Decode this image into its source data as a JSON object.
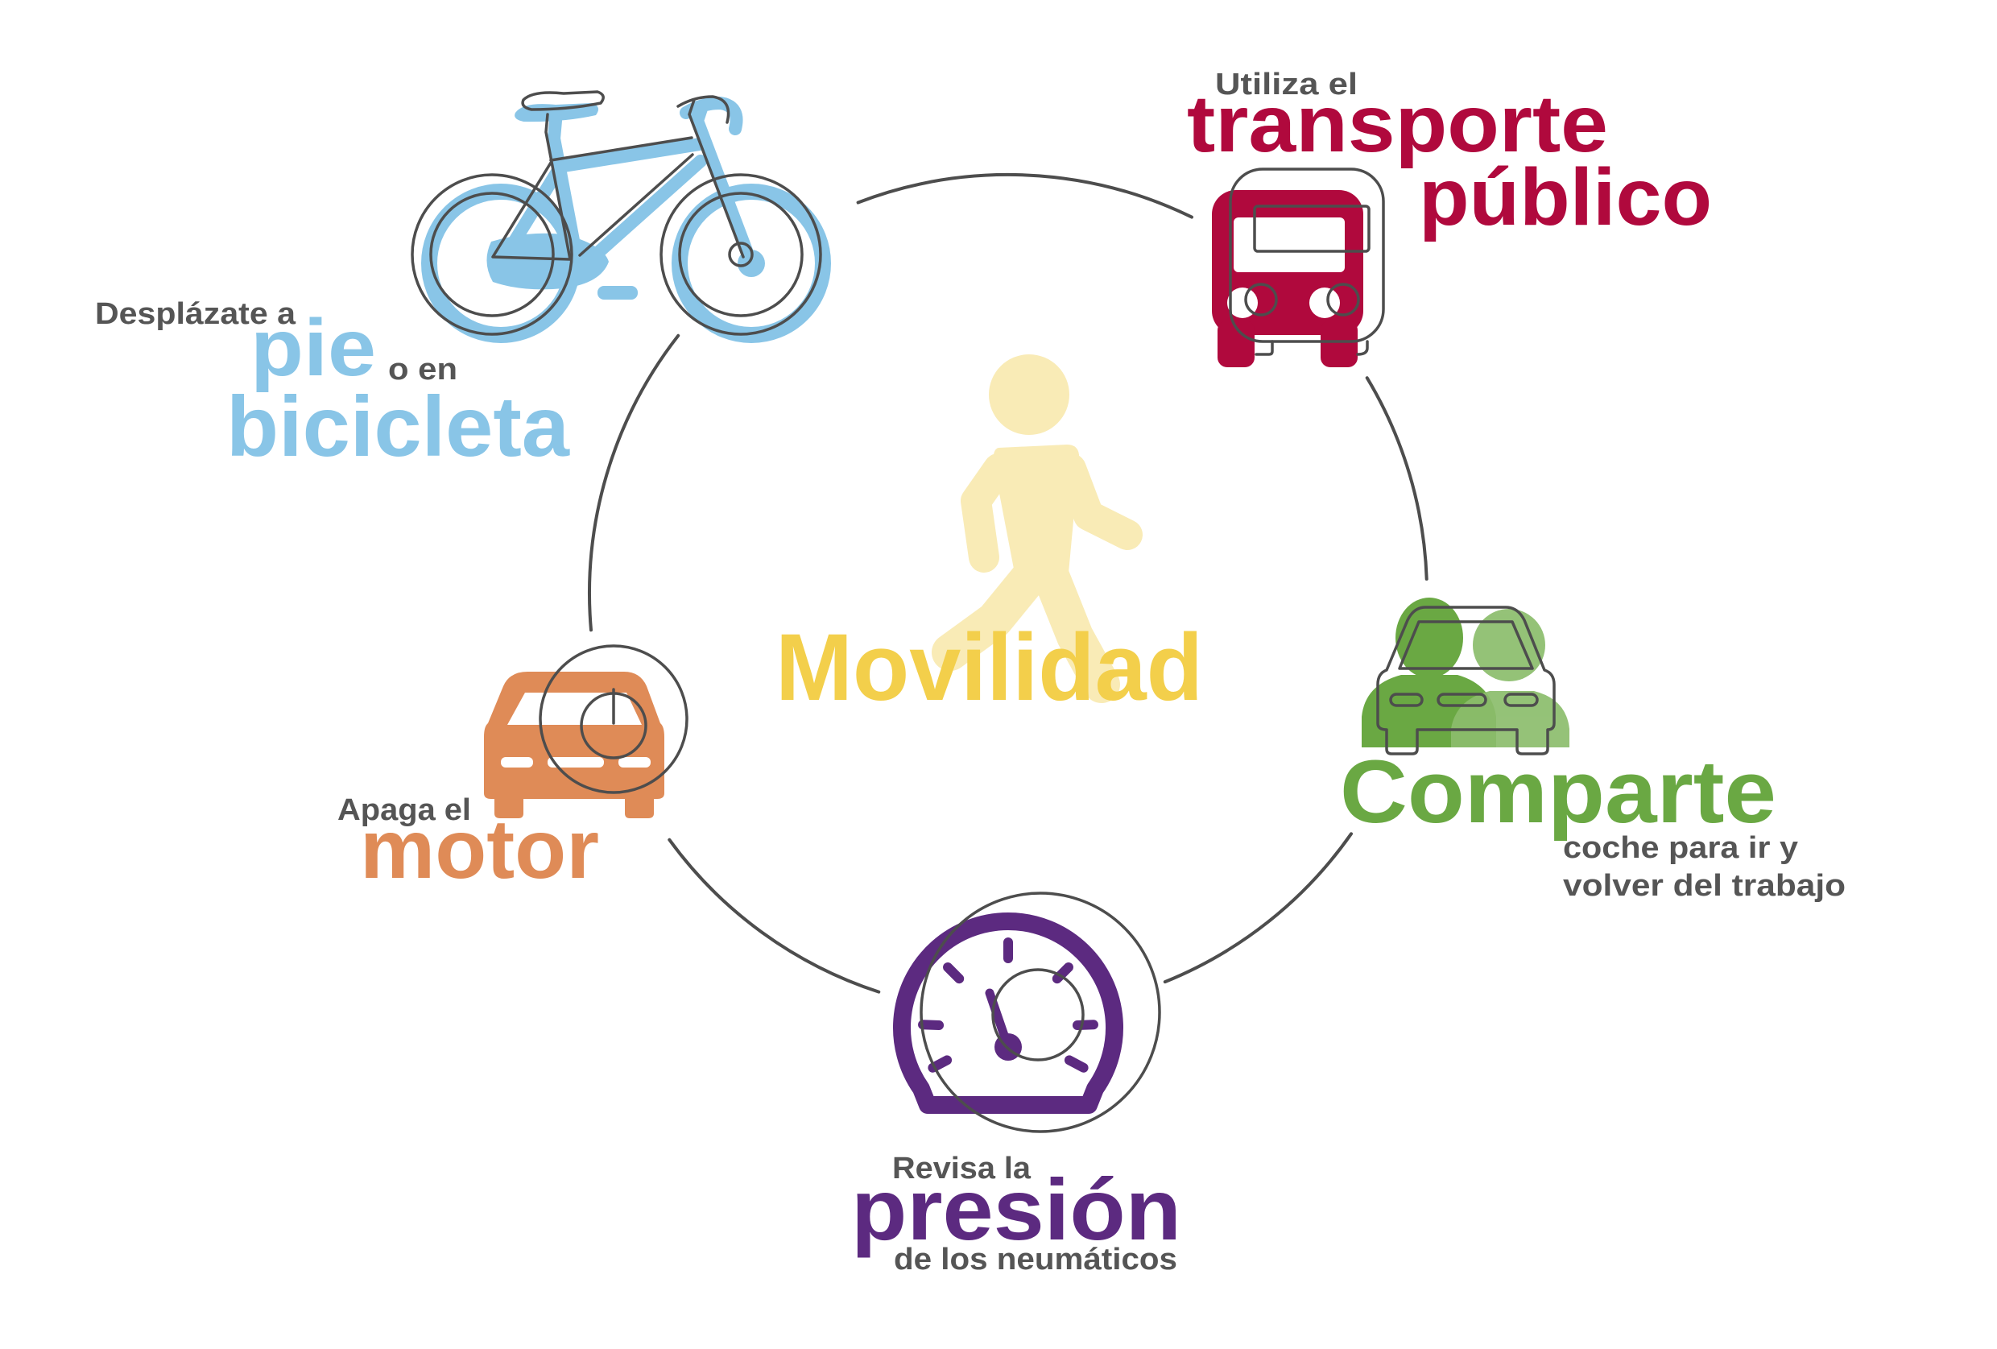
{
  "title": "Movilidad",
  "tips": {
    "bike": {
      "intro": "Desplázate a",
      "word1": "pie",
      "connector": "o en",
      "word2": "bicicleta"
    },
    "transport": {
      "intro": "Utiliza el",
      "word1": "transporte",
      "word2": "público"
    },
    "share": {
      "word": "Comparte",
      "detail1": "coche para ir y",
      "detail2": "volver del trabajo"
    },
    "pressure": {
      "intro": "Revisa la",
      "word": "presión",
      "detail": "de los neumáticos"
    },
    "engine": {
      "intro": "Apaga el",
      "word": "motor"
    }
  },
  "icons": {
    "center": "walking-person-icon",
    "bike": "bicycle-icon",
    "transport": "bus-icon",
    "share": "carpool-icon",
    "pressure": "pressure-gauge-icon",
    "engine": "car-power-icon"
  },
  "colors": {
    "title": "#f3cf4b",
    "walker": "#f9ebb6",
    "bike": "#89c5e7",
    "transport": "#b0093d",
    "share": "#6aa843",
    "share_light": "#8cbd6c",
    "engine": "#df8b57",
    "pressure": "#5c2a80",
    "text": "#555555",
    "lines": "#4d4d4d",
    "white": "#ffffff"
  }
}
